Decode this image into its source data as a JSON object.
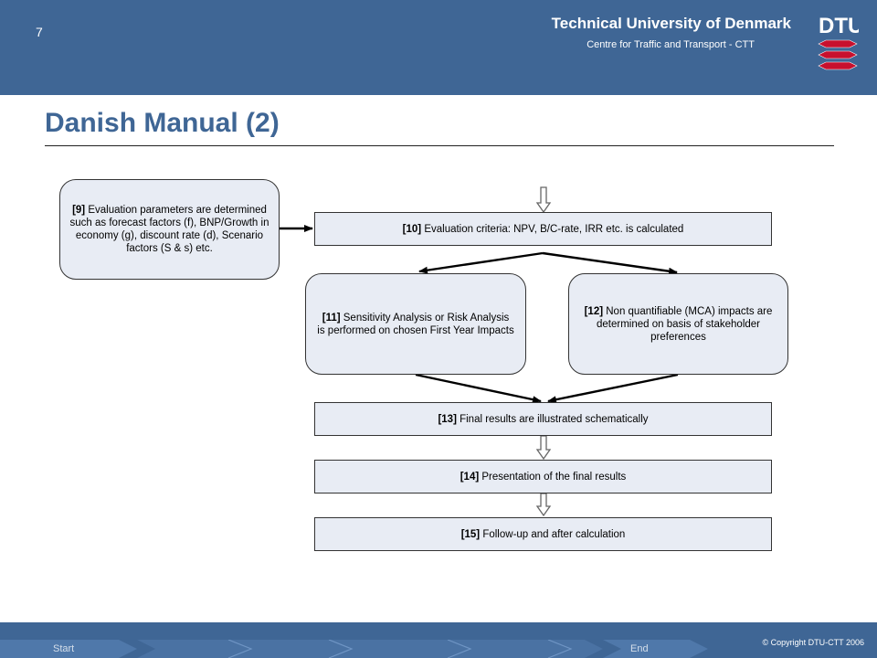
{
  "header": {
    "slide_number": "7",
    "university": "Technical University of Denmark",
    "centre": "Centre for Traffic and Transport - CTT",
    "logo_text": "DTU"
  },
  "slide": {
    "title": "Danish Manual (2)"
  },
  "flowchart": {
    "step9": {
      "num": "[9]",
      "text": " Evaluation parameters are determined such as forecast factors (f), BNP/Growth in economy (g), discount rate (d), Scenario factors (S & s) etc."
    },
    "step10": {
      "num": "[10]",
      "text": " Evaluation criteria: NPV, B/C-rate, IRR etc. is calculated"
    },
    "step11": {
      "num": "[11]",
      "text": " Sensitivity Analysis or Risk Analysis is performed on chosen First Year Impacts"
    },
    "step12": {
      "num": "[12]",
      "text": " Non quantifiable (MCA) impacts are determined on basis of stakeholder preferences"
    },
    "step13": {
      "num": "[13]",
      "text": " Final results are illustrated schematically"
    },
    "step14": {
      "num": "[14]",
      "text": " Presentation of the final results"
    },
    "step15": {
      "num": "[15]",
      "text": " Follow-up and after calculation"
    }
  },
  "footer": {
    "start_label": "Start",
    "end_label": "End",
    "copyright": "© Copyright DTU-CTT 2006"
  },
  "colors": {
    "brand_blue": "#3f6695",
    "box_fill": "#e8ecf4"
  }
}
